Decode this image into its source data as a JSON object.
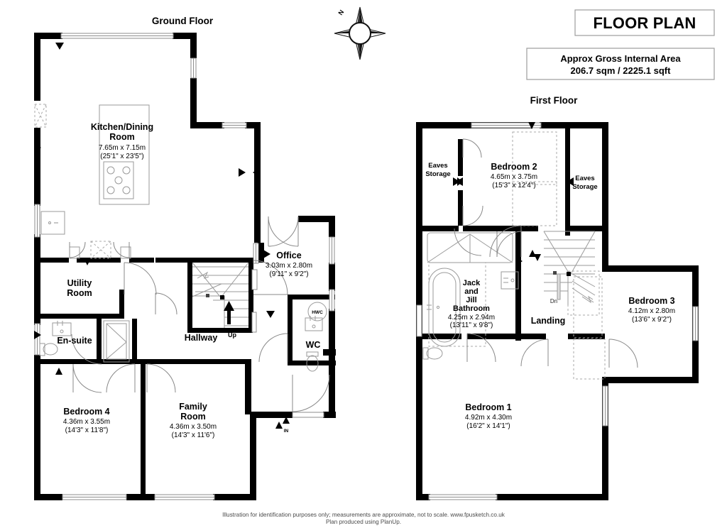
{
  "document": {
    "title": "FLOOR PLAN",
    "area_line1": "Approx Gross Internal Area",
    "area_line2": "206.7 sqm / 2225.1 sqft",
    "footer_line1": "Illustration for identification purposes only; measurements are approximate, not to scale. www.fpusketch.co.uk",
    "footer_line2": "Plan produced using PlanUp.",
    "compass_label": "N"
  },
  "floors": [
    {
      "id": "ground",
      "heading": "Ground Floor",
      "rooms": [
        {
          "name": "kitchen-dining-room",
          "label_line1": "Kitchen/Dining",
          "label_line2": "Room",
          "dim_metric": "7.65m x 7.15m",
          "dim_imperial": "(25'1\" x 23'5\")"
        },
        {
          "name": "utility-room",
          "label_line1": "Utility",
          "label_line2": "Room",
          "dim_metric": "",
          "dim_imperial": ""
        },
        {
          "name": "en-suite",
          "label_line1": "En-suite",
          "label_line2": "",
          "dim_metric": "",
          "dim_imperial": ""
        },
        {
          "name": "office",
          "label_line1": "Office",
          "label_line2": "",
          "dim_metric": "3.03m x 2.80m",
          "dim_imperial": "(9'11\" x 9'2\")"
        },
        {
          "name": "hallway",
          "label_line1": "Hallway",
          "label_line2": "",
          "dim_metric": "",
          "dim_imperial": ""
        },
        {
          "name": "wc",
          "label_line1": "WC",
          "label_line2": "",
          "dim_metric": "",
          "dim_imperial": ""
        },
        {
          "name": "bedroom-4",
          "label_line1": "Bedroom 4",
          "label_line2": "",
          "dim_metric": "4.36m x 3.55m",
          "dim_imperial": "(14'3\" x 11'8\")"
        },
        {
          "name": "family-room",
          "label_line1": "Family",
          "label_line2": "Room",
          "dim_metric": "4.36m x 3.50m",
          "dim_imperial": "(14'3\" x 11'6\")"
        }
      ],
      "markers": {
        "stairs_direction": "Up",
        "entrance": "IN",
        "hot_water_cylinder": "HWC"
      }
    },
    {
      "id": "first",
      "heading": "First Floor",
      "rooms": [
        {
          "name": "bedroom-2",
          "label_line1": "Bedroom 2",
          "label_line2": "",
          "dim_metric": "4.65m x 3.75m",
          "dim_imperial": "(15'3\" x 12'4\")"
        },
        {
          "name": "bedroom-3",
          "label_line1": "Bedroom 3",
          "label_line2": "",
          "dim_metric": "4.12m x 2.80m",
          "dim_imperial": "(13'6\" x 9'2\")"
        },
        {
          "name": "bedroom-1",
          "label_line1": "Bedroom 1",
          "label_line2": "",
          "dim_metric": "4.92m x 4.30m",
          "dim_imperial": "(16'2\" x 14'1\")"
        },
        {
          "name": "jack-and-jill-bathroom",
          "label_line1": "Jack",
          "label_line2": "and",
          "label_line3": "Jill",
          "label_line4": "Bathroom",
          "dim_metric": "4.25m x 2.94m",
          "dim_imperial": "(13'11\" x 9'8\")"
        },
        {
          "name": "landing",
          "label_line1": "Landing",
          "label_line2": "",
          "dim_metric": "",
          "dim_imperial": ""
        }
      ],
      "eaves": [
        {
          "name": "eaves-storage-left",
          "line1": "Eaves",
          "line2": "Storage"
        },
        {
          "name": "eaves-storage-right",
          "line1": "Eaves",
          "line2": "Storage"
        }
      ],
      "markers": {
        "stairs_direction": "Dn"
      }
    }
  ],
  "colors": {
    "wall": "#000000",
    "fixture": "#9a9a9a",
    "paper": "#ffffff",
    "footer_text": "#4a4a4a"
  }
}
